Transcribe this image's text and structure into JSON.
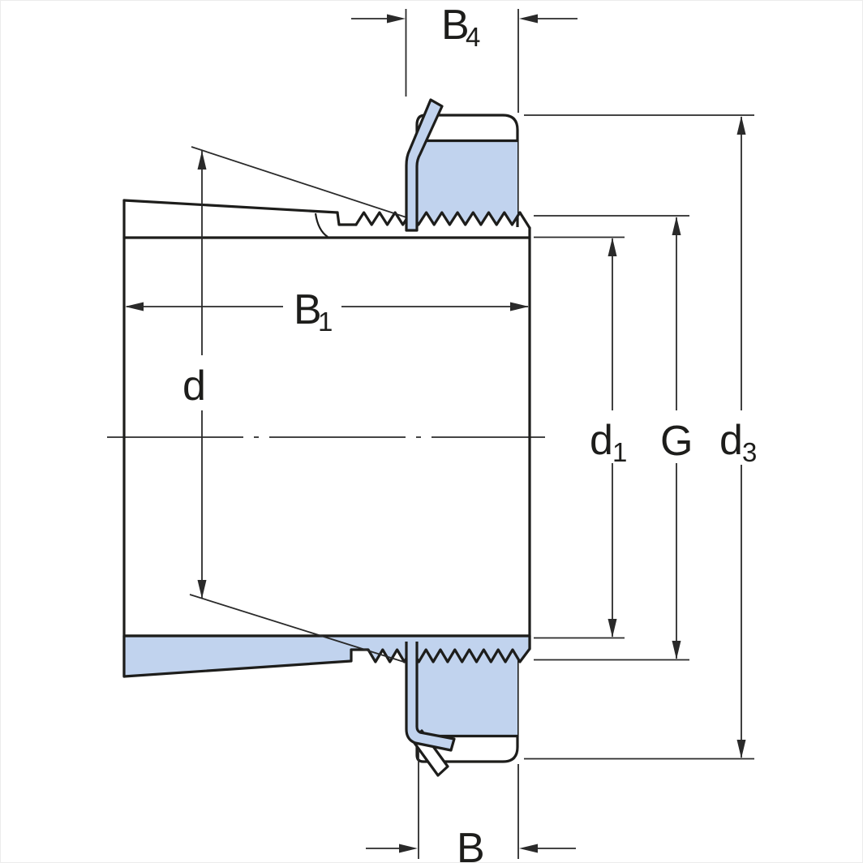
{
  "figure": {
    "type": "technical-drawing",
    "subject": "Adapter sleeve with lock nut and lock washer, cross-section side view",
    "colors": {
      "part_fill": "#c1d3ee",
      "outline": "#1d1d1b",
      "dimension_lines": "#2a2a2a",
      "background": "#ffffff"
    }
  },
  "dimensions": {
    "b4": {
      "main": "B",
      "sub": "4",
      "meaning": "nut plus washer width (top)"
    },
    "b1": {
      "main": "B",
      "sub": "1",
      "meaning": "sleeve total width"
    },
    "d": {
      "main": "d",
      "sub": "",
      "meaning": "bore / shaft diameter"
    },
    "d1": {
      "main": "d",
      "sub": "1",
      "meaning": "inner diameter at threaded end"
    },
    "g": {
      "main": "G",
      "sub": "",
      "meaning": "thread outside diameter"
    },
    "d3": {
      "main": "d",
      "sub": "3",
      "meaning": "lock nut outside diameter"
    },
    "b": {
      "main": "B",
      "sub": "",
      "meaning": "nut width (bottom)"
    }
  }
}
